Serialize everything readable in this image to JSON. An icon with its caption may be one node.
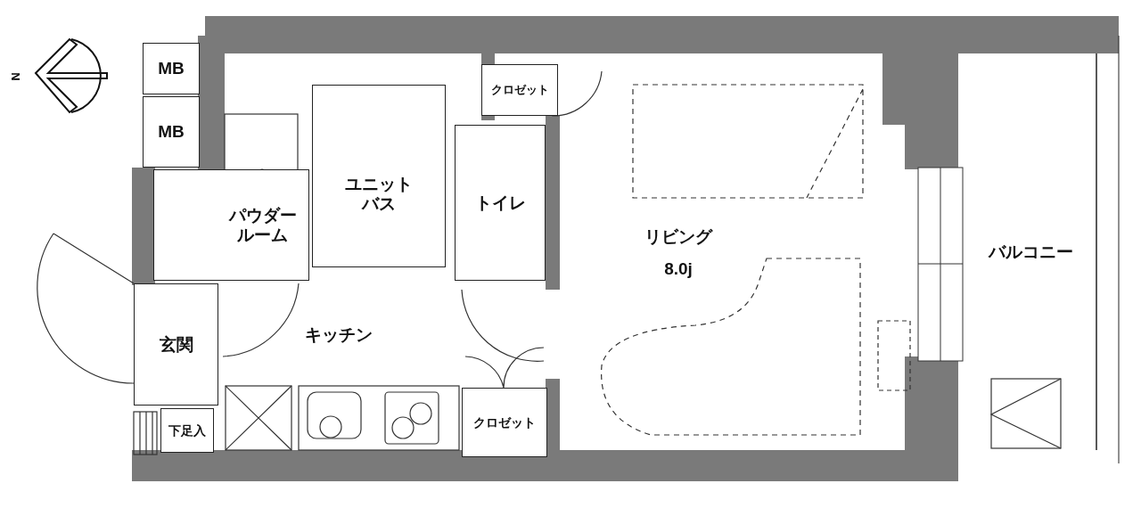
{
  "diagram": {
    "nodes": [
      {
        "text": [
          "MB"
        ]
      },
      {
        "text": [
          "MB"
        ]
      },
      {
        "text": [
          "クロゼット"
        ]
      },
      {
        "text": [
          "パウダールーム"
        ]
      },
      {
        "text": [
          "ユニットバス"
        ]
      },
      {
        "text": [
          "トイレ"
        ]
      },
      {
        "text": [
          "リビング",
          "8.0j"
        ]
      },
      {
        "text": [
          "玄関"
        ]
      },
      {
        "text": [
          "キッチン"
        ]
      },
      {
        "text": [
          "下足入"
        ]
      },
      {
        "text": [
          "クロゼット"
        ]
      },
      {
        "text": [
          "バルコニー"
        ]
      }
    ],
    "labels": [
      "N"
    ]
  }
}
